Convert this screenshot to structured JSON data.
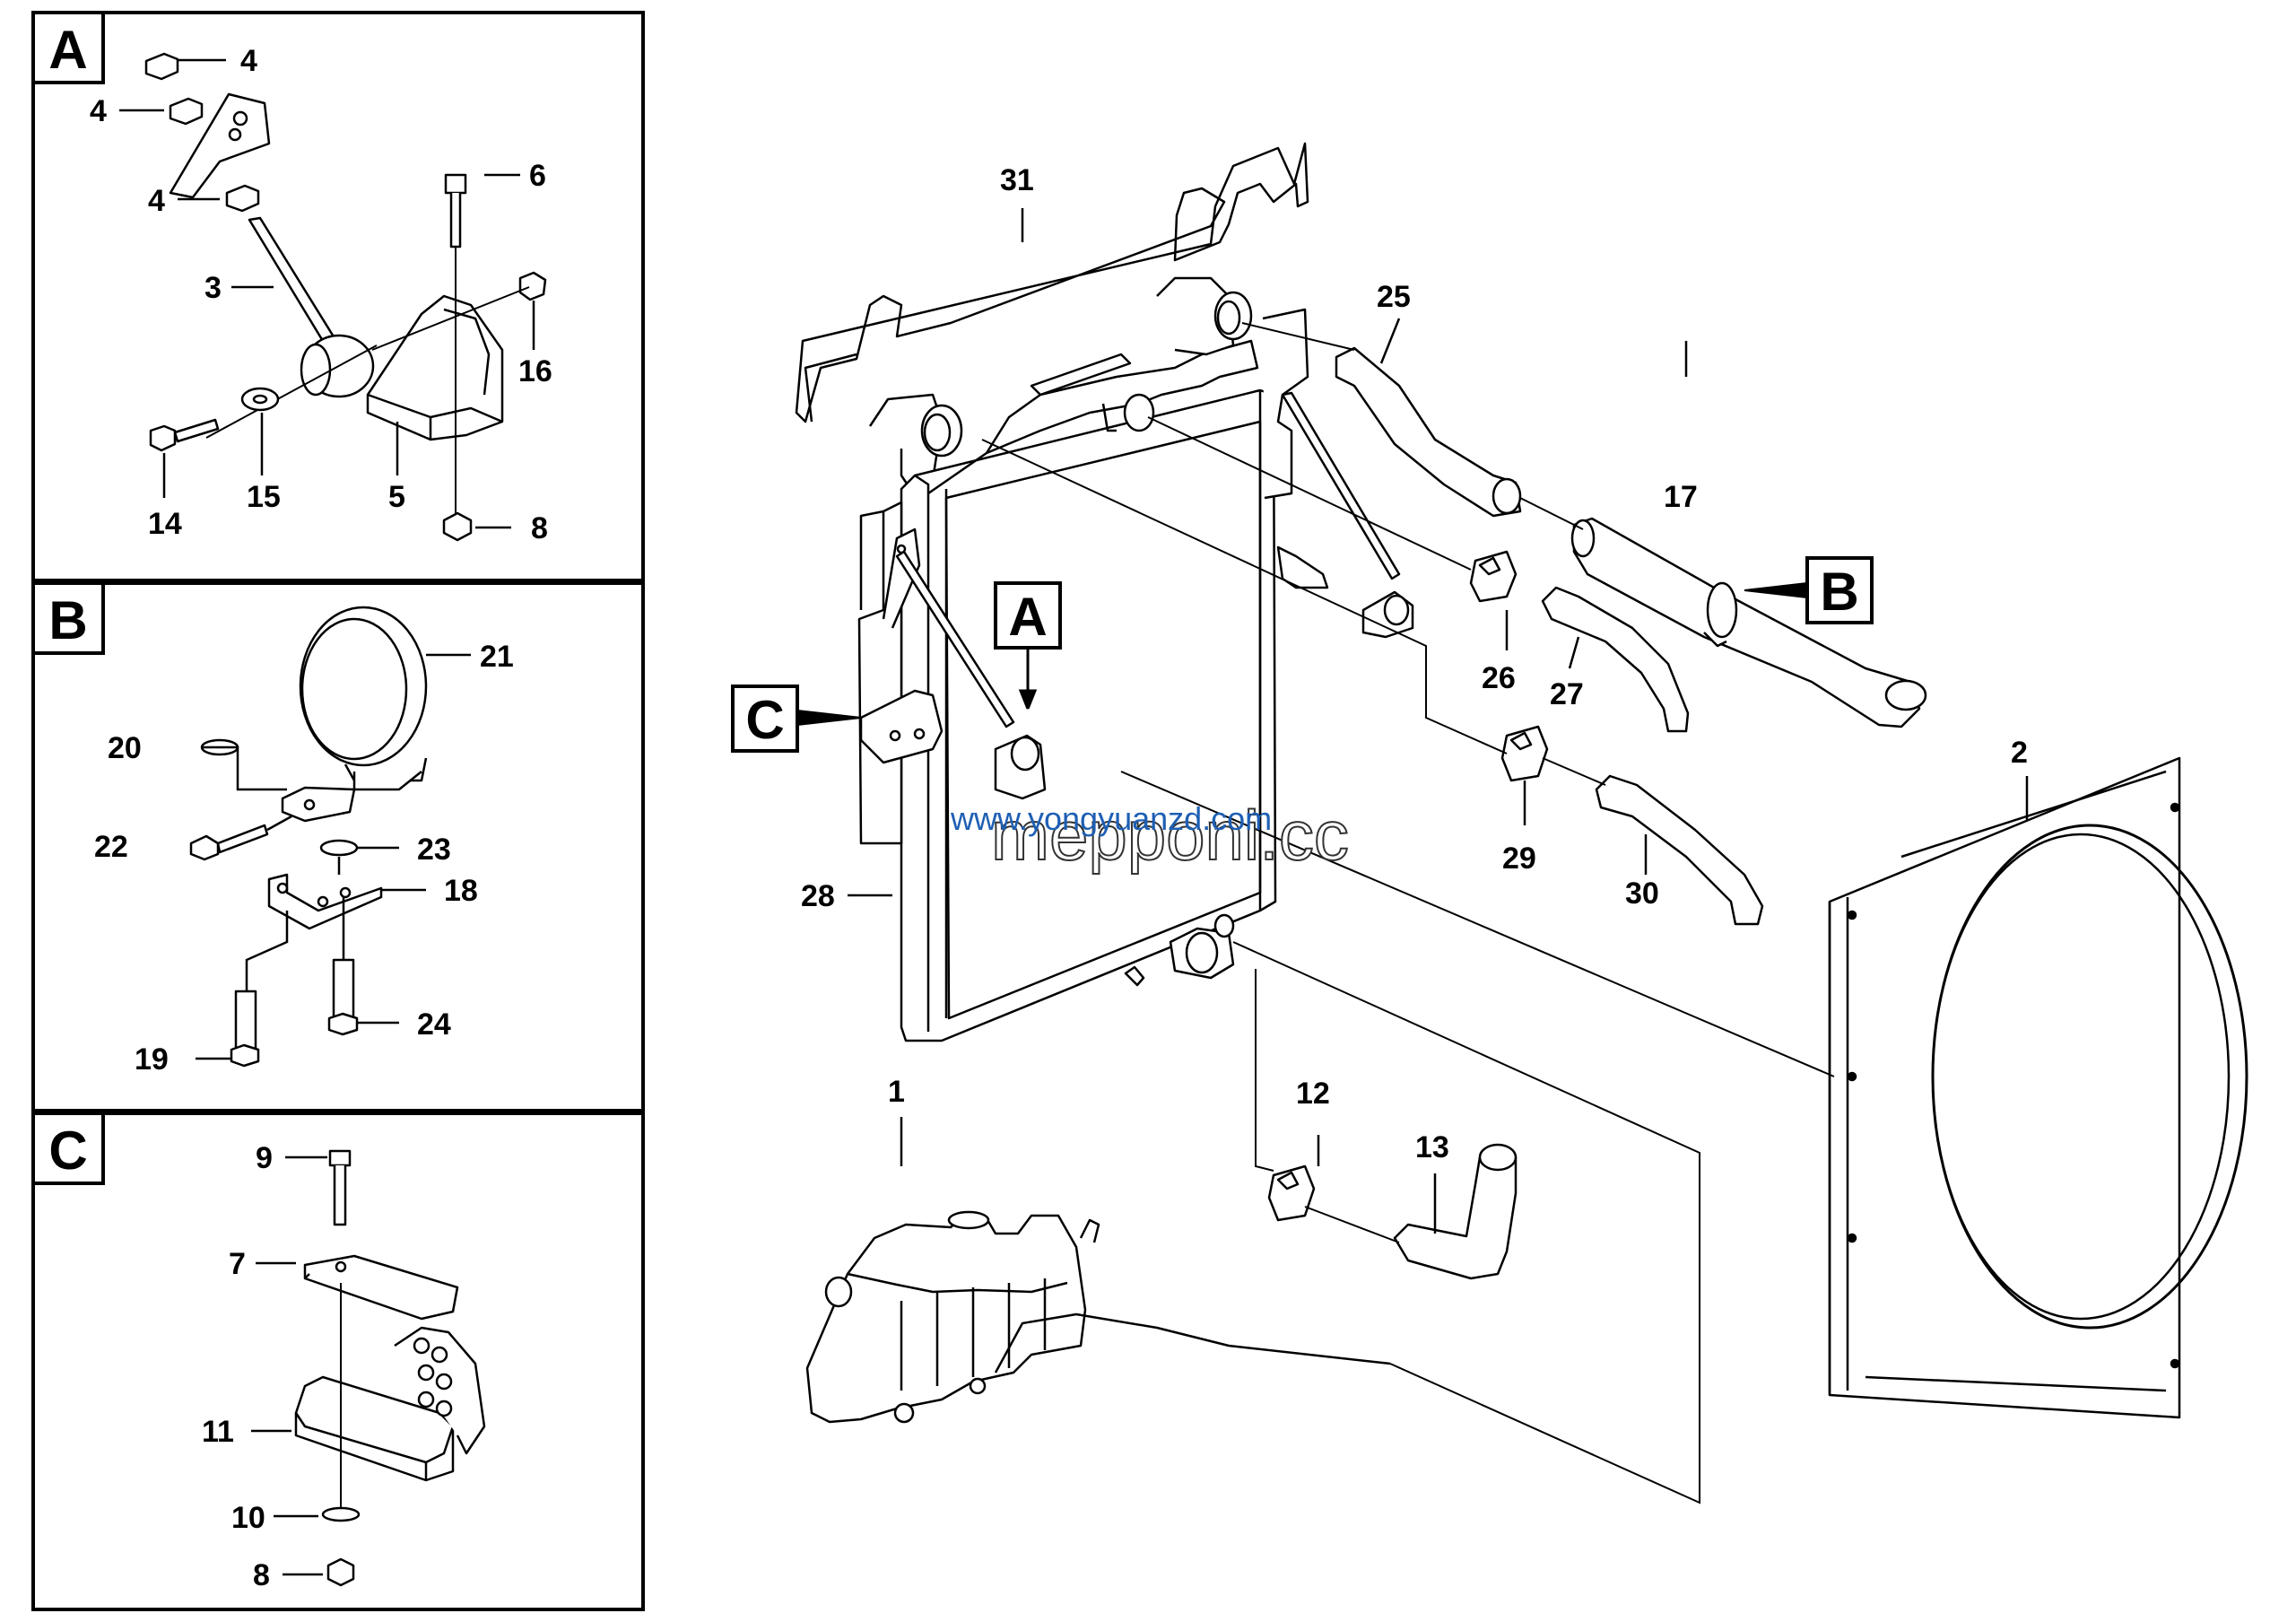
{
  "insets": [
    {
      "letter": "A",
      "labels": [
        "4",
        "4",
        "4",
        "3",
        "6",
        "16",
        "14",
        "15",
        "5",
        "8"
      ]
    },
    {
      "letter": "B",
      "labels": [
        "21",
        "20",
        "22",
        "23",
        "18",
        "19",
        "24"
      ]
    },
    {
      "letter": "C",
      "labels": [
        "9",
        "7",
        "11",
        "10",
        "8"
      ]
    }
  ],
  "callouts": {
    "A": "A",
    "B": "B",
    "C": "C"
  },
  "main_labels": [
    "31",
    "25",
    "17",
    "26",
    "27",
    "29",
    "30",
    "2",
    "28",
    "1",
    "12",
    "13"
  ],
  "watermark": {
    "line1": "www.yongyuanzd.com",
    "line2": "mepponi.cc"
  }
}
